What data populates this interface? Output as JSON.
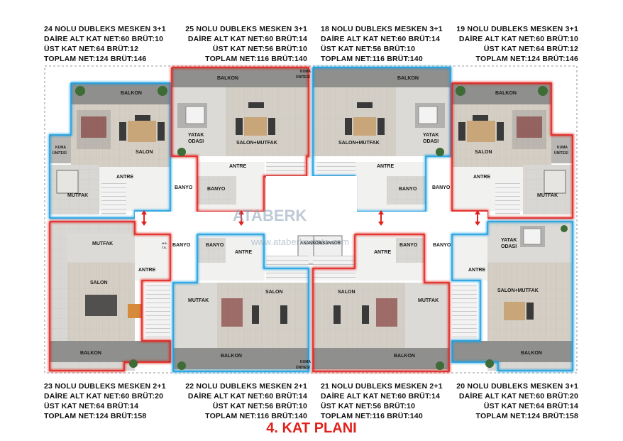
{
  "units": [
    {
      "name": "24 NOLU DUBLEKS MESKEN 3+1",
      "lower": "DAİRE ALT KAT NET:60 BRÜT:10",
      "upper": "ÜST KAT NET:64 BRÜT:12",
      "total": "TOPLAM NET:124 BRÜT:146"
    },
    {
      "name": "25 NOLU DUBLEKS MESKEN 3+1",
      "lower": "DAİRE ALT KAT NET:60 BRÜT:14",
      "upper": "ÜST KAT NET:56 BRÜT:10",
      "total": "TOPLAM NET:116 BRÜT:140"
    },
    {
      "name": "18 NOLU DUBLEKS MESKEN 3+1",
      "lower": "DAİRE ALT KAT NET:60 BRÜT:14",
      "upper": "ÜST KAT NET:56 BRÜT:10",
      "total": "TOPLAM NET:116 BRÜT:140"
    },
    {
      "name": "19 NOLU DUBLEKS MESKEN 3+1",
      "lower": "DAİRE ALT KAT NET:60 BRÜT:10",
      "upper": "ÜST KAT NET:64 BRÜT:12",
      "total": "TOPLAM NET:124 BRÜT:146"
    },
    {
      "name": "23 NOLU DUBLEKS MESKEN 2+1",
      "lower": "DAİRE ALT KAT NET:60 BRÜT:20",
      "upper": "ÜST KAT NET:64 BRÜT:14",
      "total": "TOPLAM NET:124 BRÜT:158"
    },
    {
      "name": "22 NOLU DUBLEKS MESKEN 2+1",
      "lower": "DAİRE ALT KAT NET:60 BRÜT:14",
      "upper": "ÜST KAT NET:56 BRÜT:10",
      "total": "TOPLAM NET:116 BRÜT:140"
    },
    {
      "name": "21 NOLU DUBLEKS MESKEN 2+1",
      "lower": "DAİRE ALT KAT NET:60 BRÜT:14",
      "upper": "ÜST KAT NET:56 BRÜT:10",
      "total": "TOPLAM NET:116 BRÜT:140"
    },
    {
      "name": "20 NOLU DUBLEKS MESKEN 3+1",
      "lower": "DAİRE ALT KAT NET:60 BRÜT:20",
      "upper": "ÜST KAT NET:64 BRÜT:14",
      "total": "TOPLAM NET:124 BRÜT:158"
    }
  ],
  "plan_title": "4. KAT PLANI",
  "watermark": {
    "logo": "ATABERK",
    "site": "www.ataberkestate.com"
  },
  "rooms": {
    "balkon": "BALKON",
    "salon": "SALON",
    "salon_mutfak": "SALON+MUTFAK",
    "mutfak": "MUTFAK",
    "antre": "ANTRE",
    "banyo": "BANYO",
    "yatak": "YATAK",
    "odasi": "ODASI",
    "kuma": "KUMA",
    "unitesi": "ÜNİTESİ",
    "asansor": "ASANSÖR",
    "wc1": "H.S.",
    "wc2": "T.S."
  },
  "colors": {
    "red": "#e0201b",
    "blue": "#1a9fe0",
    "wall": "#333333",
    "floor": "#d8d6d2",
    "balcony": "#9a9a98",
    "accent": "#e0201b"
  }
}
